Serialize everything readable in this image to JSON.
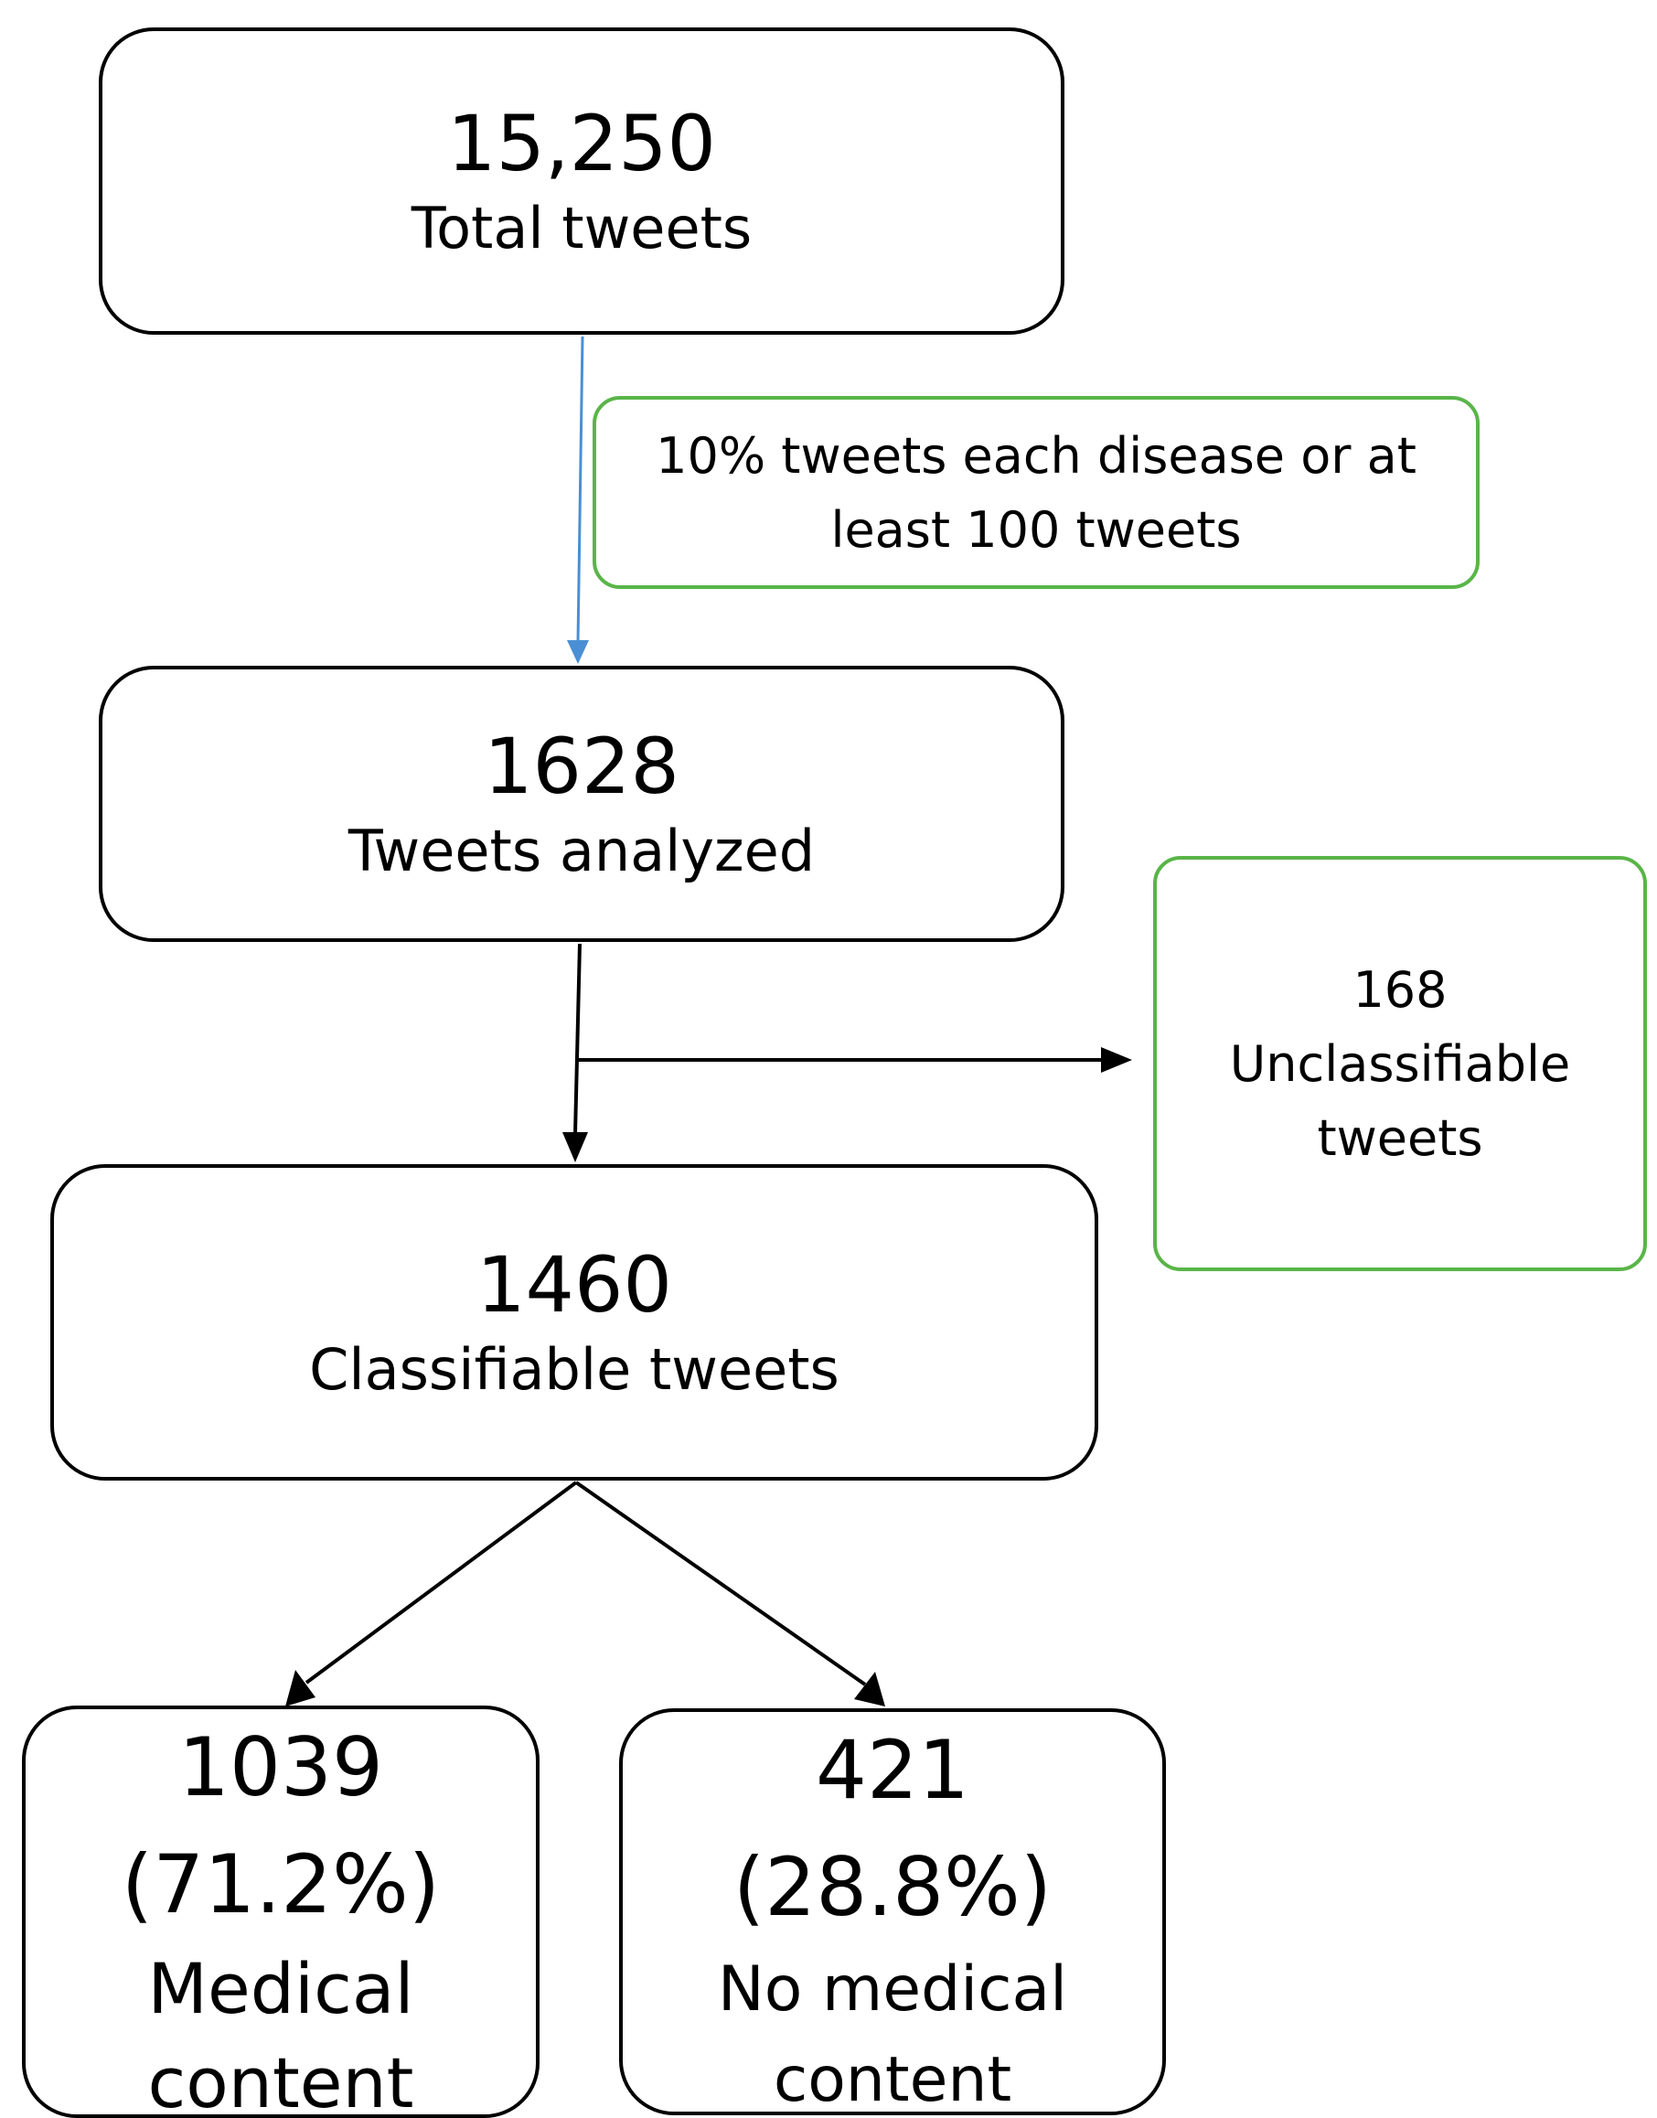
{
  "nodes": {
    "total": {
      "value": "15,250",
      "label": "Total tweets"
    },
    "analyzed": {
      "value": "1628",
      "label": "Tweets analyzed"
    },
    "classifiable": {
      "value": "1460",
      "label": "Classifiable tweets"
    },
    "medical": {
      "value": "1039",
      "percent": "(71.2%)",
      "label_line1": "Medical",
      "label_line2": "content"
    },
    "no_medical": {
      "value": "421",
      "percent": "(28.8%)",
      "label_line1": "No medical",
      "label_line2": "content"
    }
  },
  "notes": {
    "sample": {
      "line1": "10% tweets each disease or at",
      "line2": "least 100 tweets"
    },
    "unclassifiable": {
      "value": "168",
      "line1": "Unclassifiable",
      "line2": "tweets"
    }
  },
  "colors": {
    "node_border": "#000000",
    "note_border": "#59b548",
    "sample_arrow": "#4a8fd4",
    "arrow": "#000000"
  }
}
